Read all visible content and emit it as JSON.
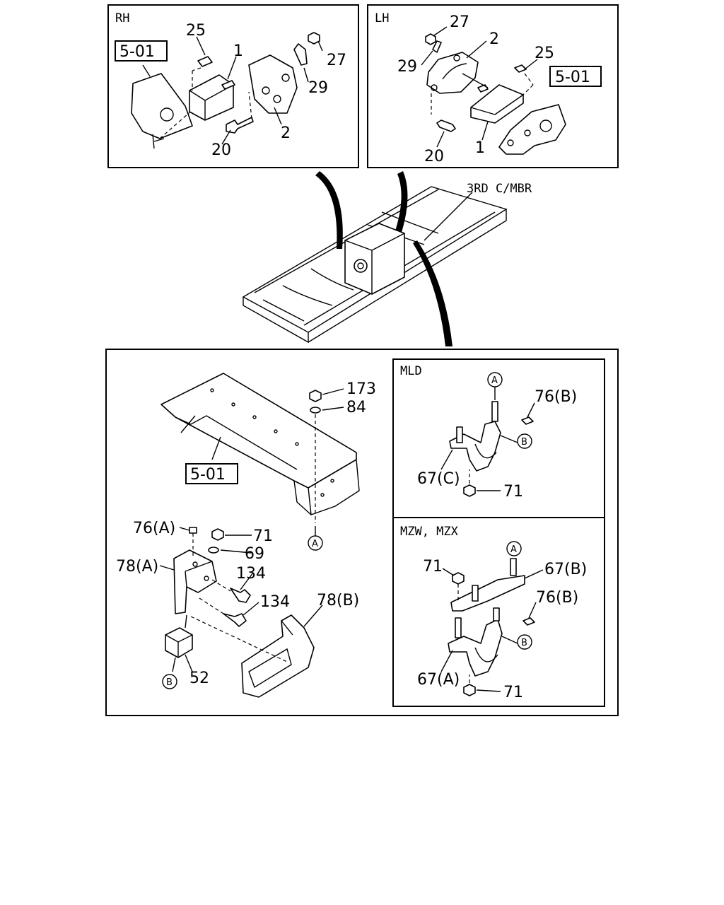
{
  "panels": {
    "rh": {
      "title": "RH"
    },
    "lh": {
      "title": "LH"
    },
    "mld": {
      "title": "MLD"
    },
    "mzw": {
      "title": "MZW, MZX"
    }
  },
  "frame_label": "3RD C/MBR",
  "ref_boxes": {
    "rh": "5-01",
    "lh": "5-01",
    "main": "5-01"
  },
  "circled_refs": {
    "a": "A",
    "b": "B"
  },
  "callouts": {
    "rh": {
      "p25": "25",
      "p1": "1",
      "p27": "27",
      "p29": "29",
      "p2": "2",
      "p20": "20"
    },
    "lh": {
      "p27": "27",
      "p2": "2",
      "p29": "29",
      "p25": "25",
      "p20": "20",
      "p1": "1"
    },
    "main": {
      "p173": "173",
      "p84": "84",
      "p76a": "76(A)",
      "p71": "71",
      "p69": "69",
      "p78a": "78(A)",
      "p134a": "134",
      "p134b": "134",
      "p78b": "78(B)",
      "p52": "52"
    },
    "mld": {
      "p76b": "76(B)",
      "p67c": "67(C)",
      "p71": "71"
    },
    "mzw": {
      "p71a": "71",
      "p67b": "67(B)",
      "p76b": "76(B)",
      "p67a": "67(A)",
      "p71b": "71"
    }
  }
}
